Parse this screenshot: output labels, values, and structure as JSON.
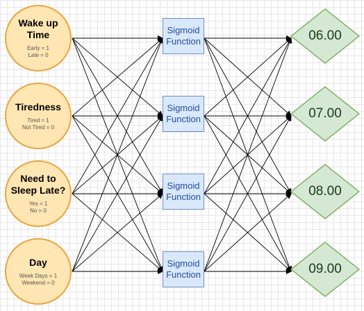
{
  "diagram": {
    "inputs": [
      {
        "title_lines": [
          "Wake up",
          "Time"
        ],
        "legend_lines": [
          "Early = 1",
          "Late = 0"
        ]
      },
      {
        "title_lines": [
          "Tiredness"
        ],
        "legend_lines": [
          "Tired = 1",
          "Not Tired = 0"
        ]
      },
      {
        "title_lines": [
          "Need to",
          "Sleep Late?"
        ],
        "legend_lines": [
          "Yes = 1",
          "No = 0"
        ]
      },
      {
        "title_lines": [
          "Day"
        ],
        "legend_lines": [
          "Week Days = 1",
          "Weekend = 0"
        ]
      }
    ],
    "hidden": [
      {
        "lines": [
          "Sigmoid",
          "Function"
        ]
      },
      {
        "lines": [
          "Sigmoid",
          "Function"
        ]
      },
      {
        "lines": [
          "Sigmoid",
          "Function"
        ]
      },
      {
        "lines": [
          "Sigmoid",
          "Function"
        ]
      }
    ],
    "outputs": [
      {
        "label": "06.00"
      },
      {
        "label": "07.00"
      },
      {
        "label": "08.00"
      },
      {
        "label": "09.00"
      }
    ],
    "connections": "fully-connected",
    "colors": {
      "input_fill": "#ffe6b3",
      "input_stroke": "#e8a640",
      "hidden_fill": "#dae8fc",
      "hidden_stroke": "#6c8ebf",
      "output_fill": "#d5e8d4",
      "output_stroke": "#82b366",
      "edge": "#000000"
    }
  }
}
